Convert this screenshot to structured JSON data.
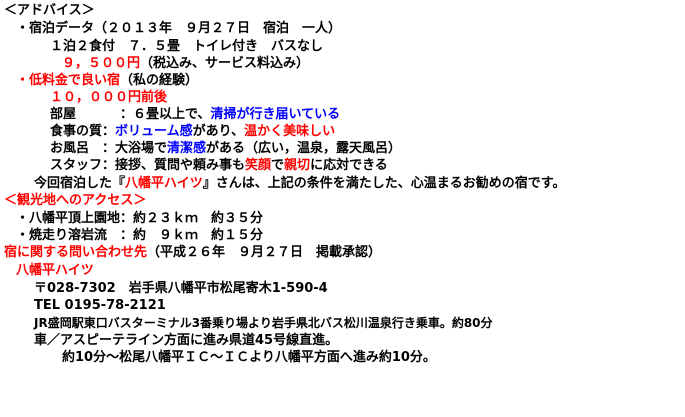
{
  "advice": {
    "header": "＜アドバイス＞",
    "stay_data": "・宿泊データ（２０１３年　９月２７日　宿泊　一人）",
    "plan": "１泊２食付　７．５畳　トイレ付き　バスなし",
    "price": "９，５００円",
    "price_note": "（税込み、サービス料込み）",
    "cheap_title_red": "・低料金で良い宿",
    "cheap_title_rest": "（私の経験）",
    "budget": "１０，０００円前後",
    "room_label": "部屋",
    "room_text": "：６畳以上で、",
    "room_highlight": "清掃が行き届いている",
    "meal_label": "食事の質：",
    "meal_highlight1": "ボリューム感",
    "meal_mid": "があり、",
    "meal_highlight2": "温かく美味しい",
    "bath_label": "お風呂　：大浴場で",
    "bath_highlight": "清潔感",
    "bath_rest": "がある（広い，温泉，露天風呂）",
    "staff_label": "スタッフ：接拶、質問や頼み事も",
    "staff_highlight1": "笑顔",
    "staff_mid": "で",
    "staff_highlight2": "親切",
    "staff_rest": "に応対できる",
    "summary_pre": "今回宿泊した『",
    "summary_name": "八幡平ハイツ",
    "summary_post": "』さんは、上記の条件を満たした、心温まるお勧めの宿です。"
  },
  "access": {
    "header_red": "＜観光地へのアクセス＞",
    "item1": "・八幡平頂上園地：約２３ｋｍ　約３５分",
    "item2": "・焼走り溶岩流　：約　９ｋｍ　約１５分"
  },
  "contact": {
    "title_red": "宿に関する問い合わせ先",
    "title_rest": "（平成２６年　９月２７日　掲載承認）",
    "hotel_name": "八幡平ハイツ",
    "address": "〒028-7302　岩手県八幡平市松尾寄木1-590-4",
    "tel": "TEL 0195-78-2121",
    "train": "JR盛岡駅東口バスターミナル3番乗り場より岩手県北バス松川温泉行き乗車。約80分",
    "car": "車／アスピーテライン方面に進み県道45号線直進。",
    "car2": "約10分～松尾八幡平ＩＣ～ＩＣより八幡平方面へ進み約10分。"
  },
  "colors": {
    "red": "#ff0000",
    "blue": "#0000ff",
    "text": "#000000"
  }
}
